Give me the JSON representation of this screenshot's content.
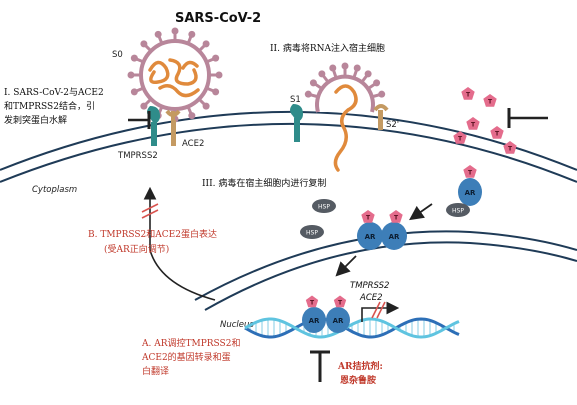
{
  "title": "SARS-CoV-2",
  "labels": {
    "s0": "S0",
    "s1": "S1",
    "s2": "S2'",
    "ace2": "ACE2",
    "tmprss2": "TMPRSS2",
    "cytoplasm": "Cytoplasm",
    "nucleus": "Nucleus",
    "hsp": "HSP",
    "ar": "AR",
    "t": "T",
    "gene_tmprss2": "TMPRSS2",
    "gene_ace2": "ACE2"
  },
  "steps": {
    "step1_line1": "I. SARS-CoV-2与ACE2",
    "step1_line2": "和TMPRSS2结合，引",
    "step1_line3": "发刺突蛋白水解",
    "step2": "II. 病毒将RNA注入宿主细胞",
    "step3": "III. 病毒在宿主细胞内进行复制",
    "stepB_line1": "B. TMPRSS2和ACE2蛋白表达",
    "stepB_line2": "(受AR正向调节)",
    "stepA_line1": "A.  AR调控TMPRSS2和",
    "stepA_line2": "ACE2的基因转录和蛋",
    "stepA_line3": "白翻译",
    "antagonist_line1": "AR拮抗剂:",
    "antagonist_line2": "恩杂鲁胺"
  },
  "colors": {
    "membrane": "#1f3b57",
    "virus_pink": "#b8869a",
    "rna": "#e08a3c",
    "ace2": "#c49a62",
    "tmprss2": "#2f8c8a",
    "ar": "#3d7eb8",
    "testosterone": "#e46c8c",
    "hsp": "#555b63",
    "dna_blue": "#2d6fb7",
    "dna_cyan": "#5fc4e0",
    "red_text": "#c0392b",
    "arrow_red": "#d9534f"
  }
}
